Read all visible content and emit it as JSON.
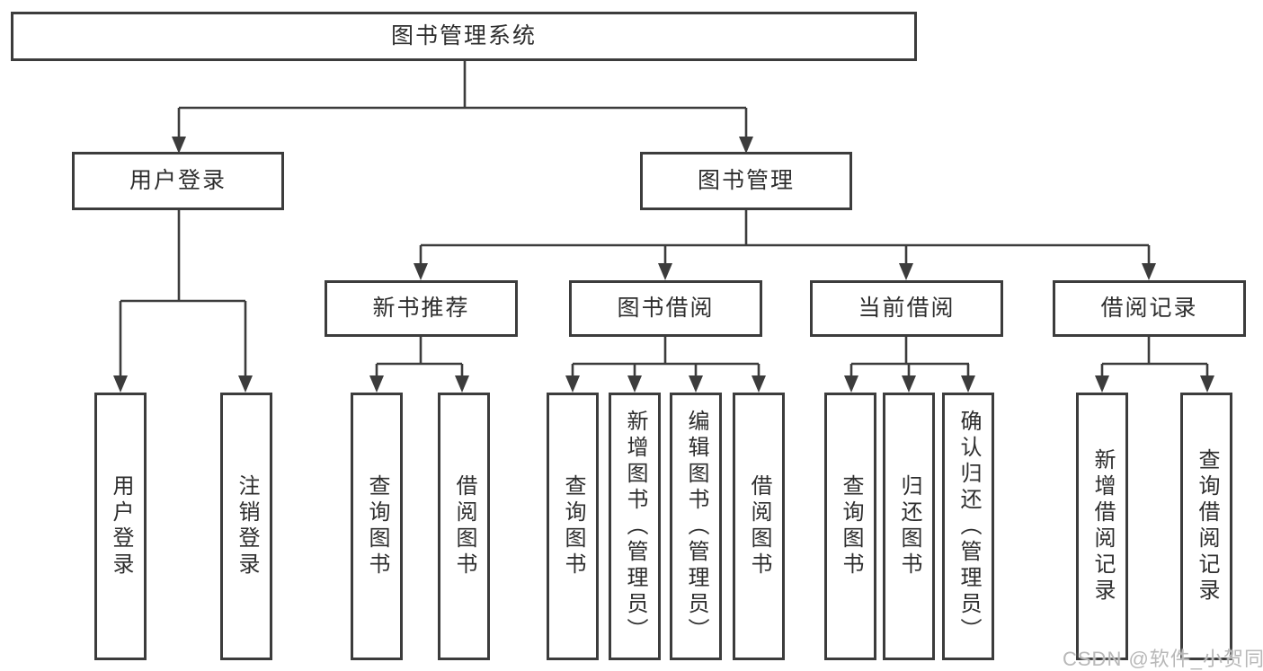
{
  "diagram": {
    "root": {
      "label": "图书管理系统"
    },
    "login_branch": {
      "label": "用户登录",
      "children": [
        {
          "label": "用户登录"
        },
        {
          "label": "注销登录"
        }
      ]
    },
    "mgmt_branch": {
      "label": "图书管理",
      "groups": [
        {
          "label": "新书推荐",
          "children": [
            {
              "label": "查询图书"
            },
            {
              "label": "借阅图书"
            }
          ]
        },
        {
          "label": "图书借阅",
          "children": [
            {
              "label": "查询图书"
            },
            {
              "label": "新增图书（管理员）"
            },
            {
              "label": "编辑图书（管理员）"
            },
            {
              "label": "借阅图书"
            }
          ]
        },
        {
          "label": "当前借阅",
          "children": [
            {
              "label": "查询图书"
            },
            {
              "label": "归还图书"
            },
            {
              "label": "确认归还（管理员）"
            }
          ]
        },
        {
          "label": "借阅记录",
          "children": [
            {
              "label": "新增借阅记录"
            },
            {
              "label": "查询借阅记录"
            }
          ]
        }
      ]
    },
    "watermark": {
      "text": "CSDN @软件_小贺同学",
      "color": "#b8b8b8"
    },
    "colors": {
      "line": "#3c3c3c",
      "text": "#2e2e2e",
      "background": "#ffffff"
    }
  }
}
